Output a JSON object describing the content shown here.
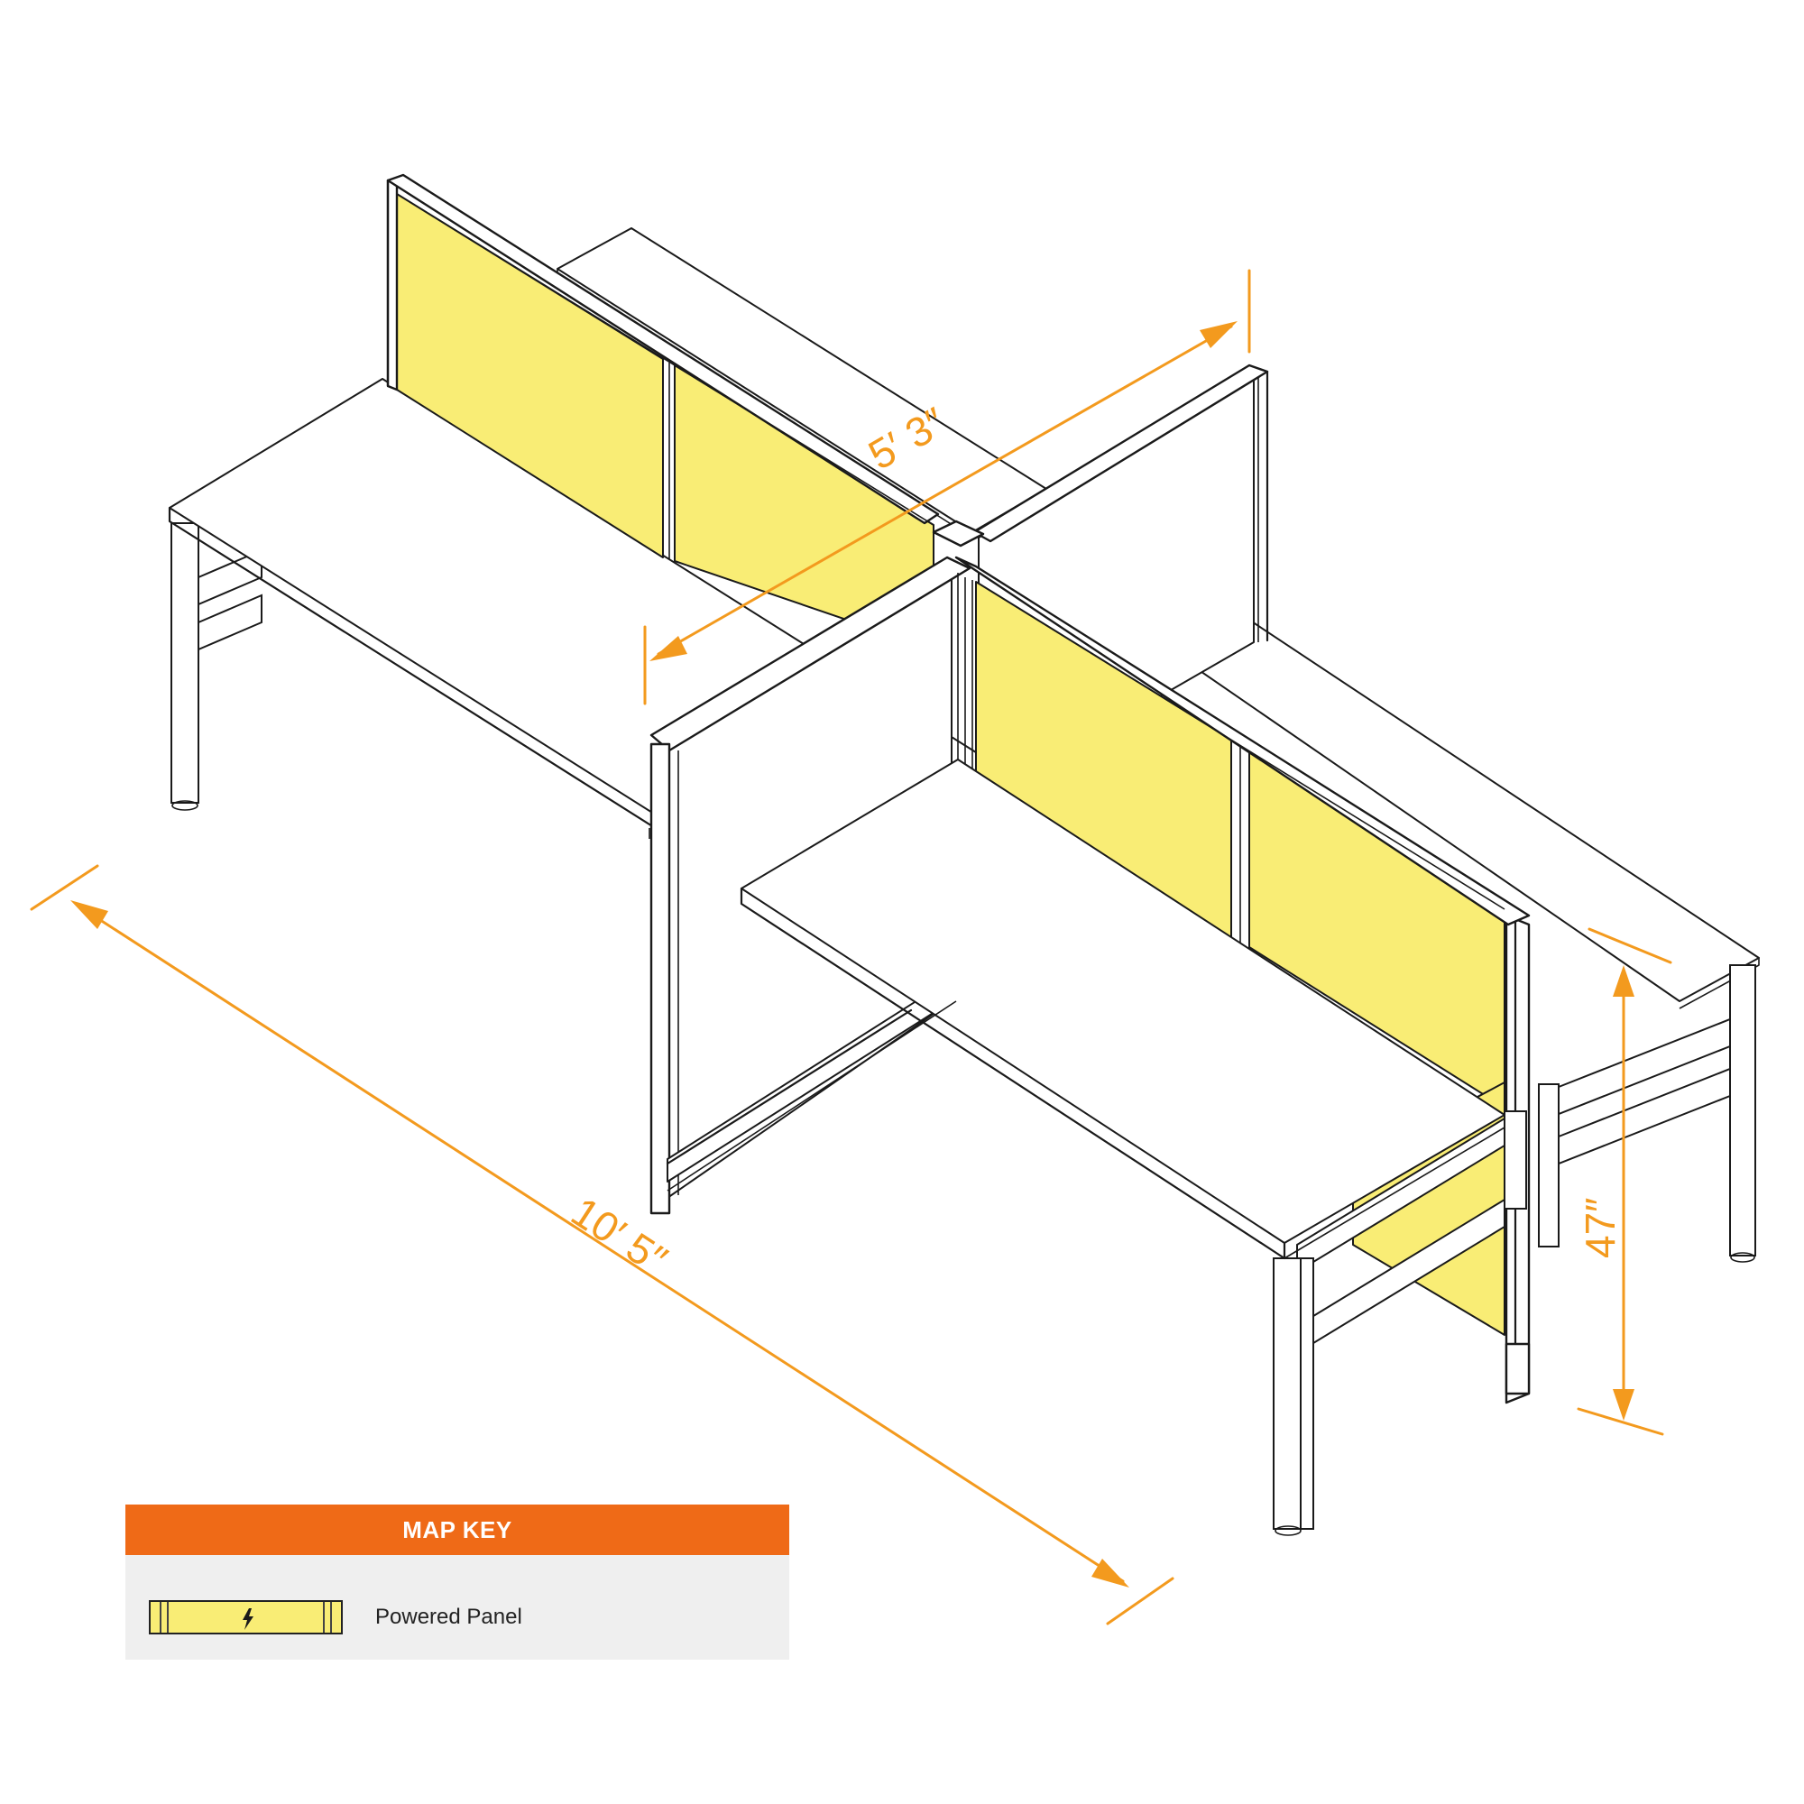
{
  "colors": {
    "powered_panel": "#f9ed75",
    "dimension": "#f39a1e",
    "map_key_header": "#ef6a17",
    "map_key_body": "#efefef"
  },
  "dimensions": {
    "depth": "5′ 3″",
    "length": "10′ 5″",
    "height": "47″"
  },
  "map_key": {
    "title": "MAP KEY",
    "items": [
      {
        "icon": "lightning-bolt-icon",
        "label": "Powered Panel"
      }
    ]
  }
}
